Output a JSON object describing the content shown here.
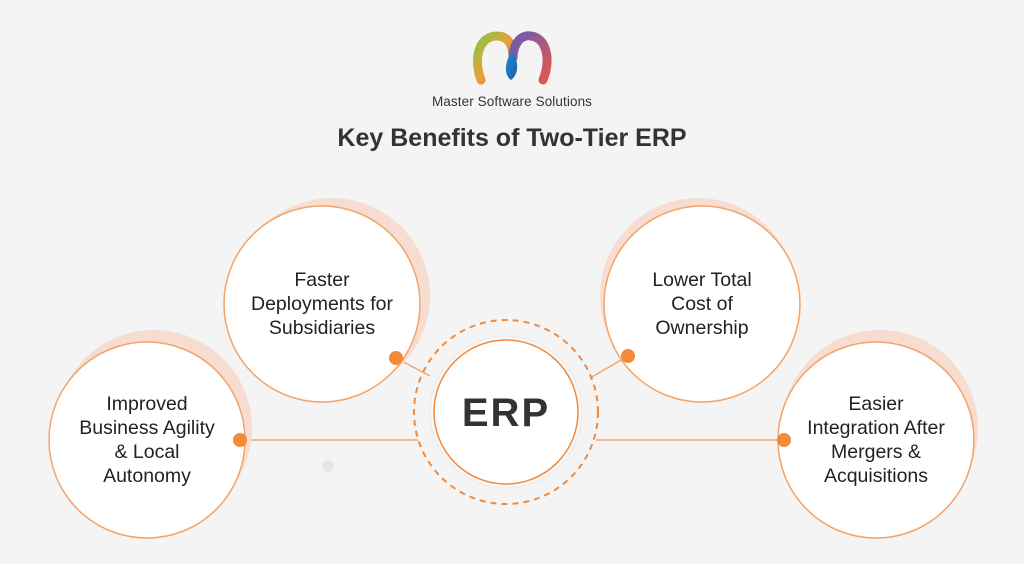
{
  "brand": {
    "name": "Master Software Solutions"
  },
  "title": "Key Benefits of Two-Tier ERP",
  "center": {
    "label": "ERP"
  },
  "benefits": [
    {
      "lines": [
        "Faster",
        "Deployments for",
        "Subsidiaries"
      ]
    },
    {
      "lines": [
        "Lower Total",
        "Cost of",
        "Ownership"
      ]
    },
    {
      "lines": [
        "Improved",
        "Business Agility",
        "& Local",
        "Autonomy"
      ]
    },
    {
      "lines": [
        "Easier",
        "Integration After",
        "Mergers &",
        "Acquisitions"
      ]
    }
  ],
  "colors": {
    "accent": "#f28a3c",
    "circle_border": "#f2a56a",
    "circle_shadow": "#f6ddd0",
    "background": "#f4f4f4",
    "text": "#333333"
  }
}
